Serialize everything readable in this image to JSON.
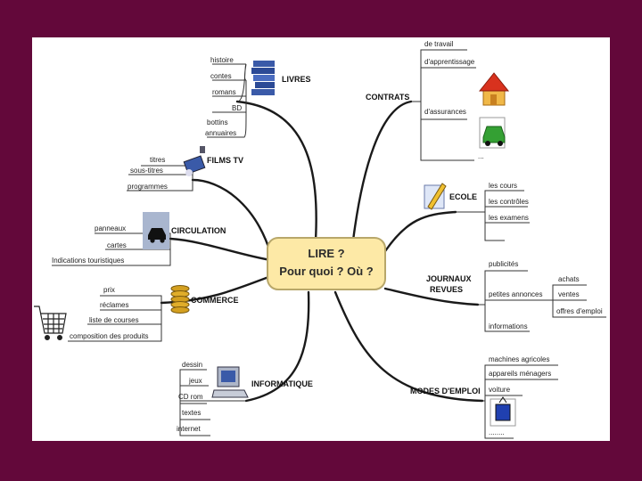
{
  "center": {
    "line1": "LIRE ?",
    "line2": "Pour  quoi ?  Où ?"
  },
  "branches": {
    "livres": {
      "title": "LIVRES",
      "items": [
        "histoire",
        "contes",
        "romans",
        "BD",
        "bottins",
        "annuaires"
      ]
    },
    "films": {
      "title": "FILMS TV",
      "items": [
        "titres",
        "sous-titres",
        "programmes"
      ]
    },
    "circulation": {
      "title": "CIRCULATION",
      "items": [
        "panneaux",
        "cartes",
        "Indications touristiques"
      ]
    },
    "commerce": {
      "title": "COMMERCE",
      "items": [
        "prix",
        "réclames",
        "liste de courses",
        "composition des produits"
      ]
    },
    "informatique": {
      "title": "INFORMATIQUE",
      "items": [
        "dessin",
        "jeux",
        "CD rom",
        "textes",
        "internet"
      ]
    },
    "contrats": {
      "title": "CONTRATS",
      "items": [
        "de travail",
        "d'apprentissage",
        "d'assurances",
        "..."
      ]
    },
    "ecole": {
      "title": "ECOLE",
      "items": [
        "les cours",
        "les contrôles",
        "les examens"
      ]
    },
    "journaux": {
      "title_line1": "JOURNAUX",
      "title_line2": "REVUES",
      "items": [
        "publicités",
        "petites annonces",
        "informations"
      ],
      "sub_items": [
        "achats",
        "ventes",
        "offres d'emploi"
      ]
    },
    "modes": {
      "title": "MODES D'EMPLOI",
      "items": [
        "machines agricoles",
        "appareils ménagers",
        "voiture",
        "........"
      ]
    }
  },
  "colors": {
    "background": "#63083a",
    "center_fill": "#fde9a6",
    "center_border": "#b8a76a",
    "line": "#1a1a1a"
  }
}
